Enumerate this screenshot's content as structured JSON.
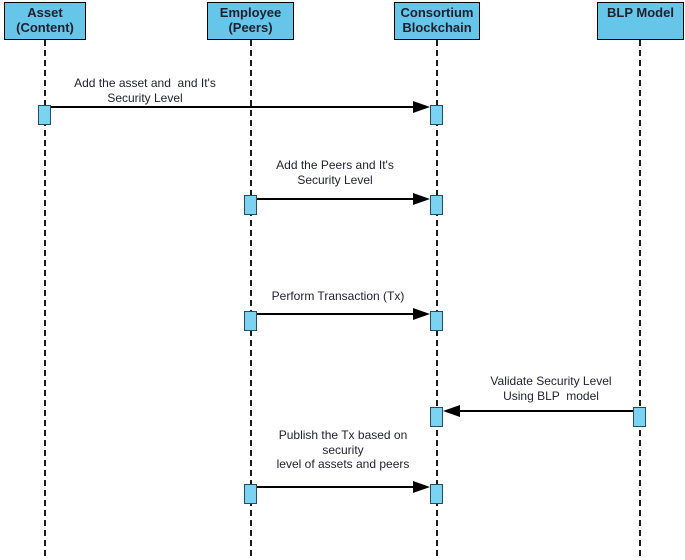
{
  "diagram": {
    "type": "uml-sequence-diagram",
    "actors": [
      {
        "label": "Asset\n(Content)"
      },
      {
        "label": "Employee\n(Peers)"
      },
      {
        "label": "Consortium\nBlockchain"
      },
      {
        "label": "BLP Model"
      }
    ],
    "messages": [
      {
        "from": "Asset (Content)",
        "to": "Consortium Blockchain",
        "direction": "right",
        "label": "Add the asset and  and It's\nSecurity Level"
      },
      {
        "from": "Employee (Peers)",
        "to": "Consortium Blockchain",
        "direction": "right",
        "label": "Add the Peers and It's\nSecurity Level"
      },
      {
        "from": "Employee (Peers)",
        "to": "Consortium Blockchain",
        "direction": "right",
        "label": "Perform Transaction (Tx)"
      },
      {
        "from": "BLP Model",
        "to": "Consortium Blockchain",
        "direction": "left",
        "label": "Validate Security Level\nUsing BLP  model"
      },
      {
        "from": "Employee (Peers)",
        "to": "Consortium Blockchain",
        "direction": "right",
        "label": "Publish the Tx based on\nsecurity\nlevel of assets and peers"
      }
    ]
  },
  "colors": {
    "background": "#FFFFFF",
    "box_fill": "#66C6E9",
    "box_border": "#000000",
    "activation_fill": "#7CD2F1",
    "activation_border": "#1D5068",
    "line": "#000000",
    "text": "#1F1F2E"
  }
}
